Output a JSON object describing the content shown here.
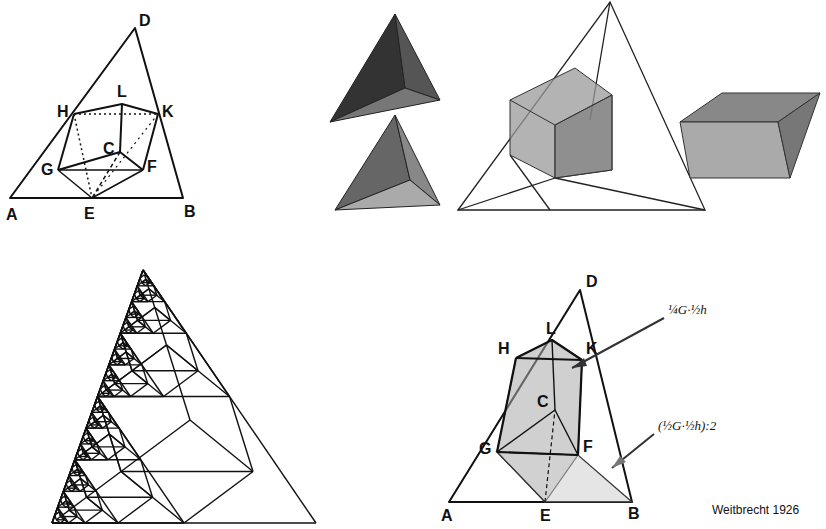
{
  "diagram": {
    "labels": [
      "D",
      "L",
      "H",
      "K",
      "C",
      "G",
      "F",
      "A",
      "E",
      "B",
      "D",
      "L",
      "H",
      "K",
      "C",
      "G",
      "F",
      "A",
      "E",
      "B",
      "¼G·½h",
      "(½G·½h):2",
      "Weitbrecht 1926"
    ]
  }
}
